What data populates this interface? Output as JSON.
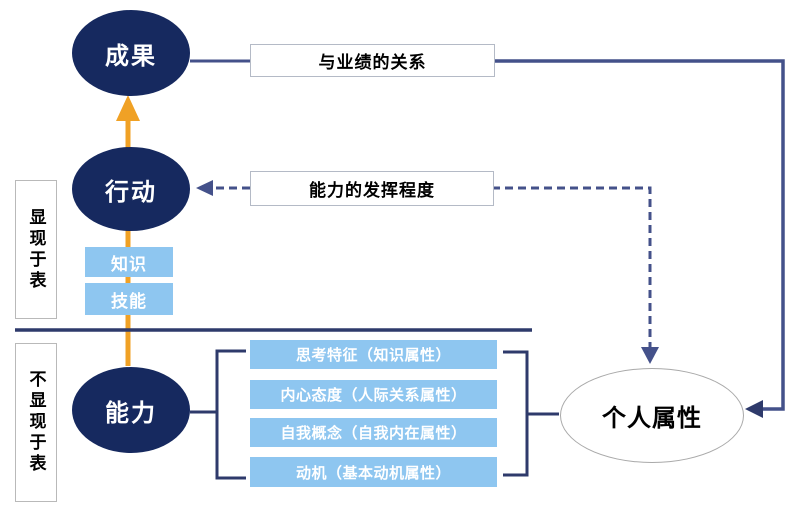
{
  "diagram": {
    "ellipses": {
      "result": "成果",
      "action": "行动",
      "ability": "能力",
      "personal": "个人属性"
    },
    "relation_boxes": {
      "performance_relation": "与业绩的关系",
      "ability_exertion": "能力的发挥程度"
    },
    "surface_labels": {
      "visible_on_surface": "显现于表",
      "not_visible_on_surface": "不显现于表"
    },
    "skill_boxes": [
      "知识",
      "技能"
    ],
    "attribute_boxes": [
      "思考特征（知识属性）",
      "内心态度（人际关系属性）",
      "自我概念（自我内在属性）",
      "动机（基本动机属性）"
    ],
    "colors": {
      "dark_ellipse": "#16295f",
      "light_blue_box": "#8ec6f0",
      "orange_arrow": "#f0a125",
      "navy_connector": "#44518a",
      "dark_line": "#2e3a6b"
    }
  }
}
